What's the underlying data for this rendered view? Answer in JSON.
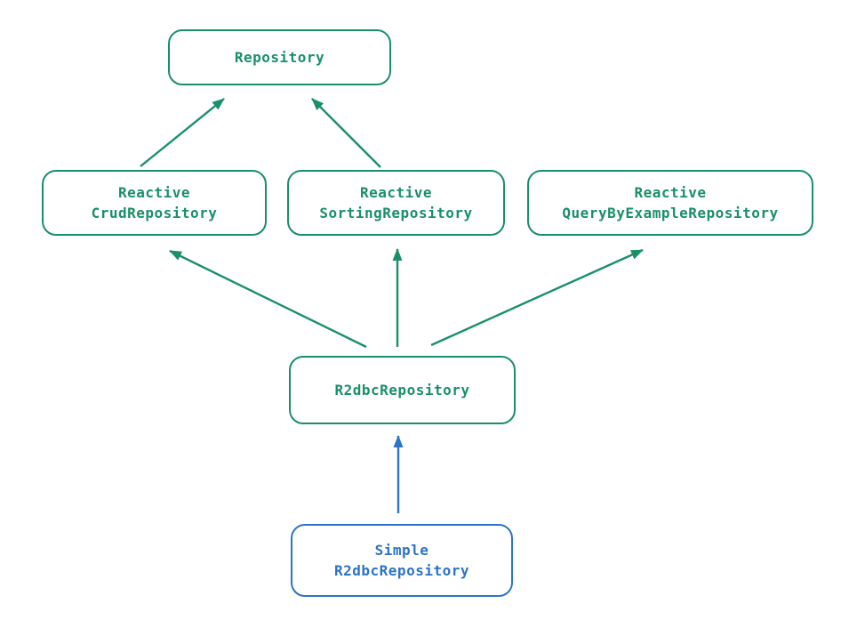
{
  "colors": {
    "green": "#1a9066",
    "blue": "#2d73c8",
    "bg": "#ffffff"
  },
  "nodes": {
    "repository": {
      "label": "Repository"
    },
    "reactiveCrud": {
      "line1": "Reactive",
      "line2": "CrudRepository"
    },
    "reactiveSorting": {
      "line1": "Reactive",
      "line2": "SortingRepository"
    },
    "reactiveQbe": {
      "line1": "Reactive",
      "line2": "QueryByExampleRepository"
    },
    "r2dbc": {
      "label": "R2dbcRepository"
    },
    "simple": {
      "line1": "Simple",
      "line2": "R2dbcRepository"
    }
  },
  "edges": [
    {
      "from": "ReactiveCrudRepository",
      "to": "Repository",
      "color": "green"
    },
    {
      "from": "ReactiveSortingRepository",
      "to": "Repository",
      "color": "green"
    },
    {
      "from": "R2dbcRepository",
      "to": "ReactiveCrudRepository",
      "color": "green"
    },
    {
      "from": "R2dbcRepository",
      "to": "ReactiveSortingRepository",
      "color": "green"
    },
    {
      "from": "R2dbcRepository",
      "to": "ReactiveQueryByExampleRepository",
      "color": "green"
    },
    {
      "from": "SimpleR2dbcRepository",
      "to": "R2dbcRepository",
      "color": "blue"
    }
  ]
}
